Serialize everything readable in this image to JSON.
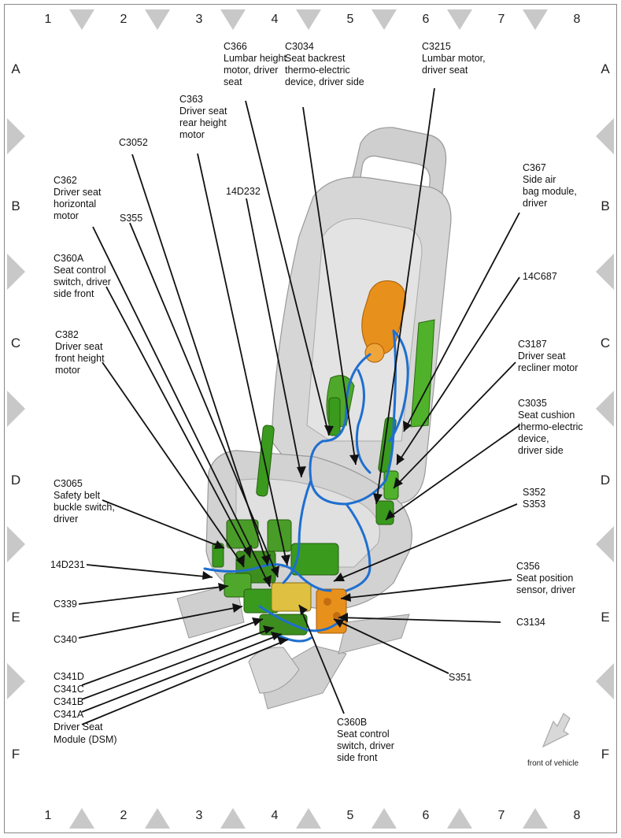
{
  "grid": {
    "columns": [
      "1",
      "2",
      "3",
      "4",
      "5",
      "6",
      "7",
      "8"
    ],
    "rows": [
      "A",
      "B",
      "C",
      "D",
      "E",
      "F"
    ]
  },
  "labels": {
    "c366": [
      "C366",
      "Lumbar height",
      "motor, driver",
      "seat"
    ],
    "c3034": [
      "C3034",
      "Seat backrest",
      "thermo-electric",
      "device, driver side"
    ],
    "c3215": [
      "C3215",
      "Lumbar motor,",
      "driver seat"
    ],
    "c363": [
      "C363",
      "Driver seat",
      "rear height",
      "motor"
    ],
    "c3052": [
      "C3052"
    ],
    "c362": [
      "C362",
      "Driver seat",
      "horizontal",
      "motor"
    ],
    "d14d232": [
      "14D232"
    ],
    "s355": [
      "S355"
    ],
    "c367": [
      "C367",
      "Side air",
      "bag module,",
      "driver"
    ],
    "c360a": [
      "C360A",
      "Seat control",
      "switch, driver",
      "side front"
    ],
    "c14c687": [
      "14C687"
    ],
    "c382": [
      "C382",
      "Driver seat",
      "front height",
      "motor"
    ],
    "c3187": [
      "C3187",
      "Driver seat",
      "recliner motor"
    ],
    "c3035": [
      "C3035",
      "Seat cushion",
      "thermo-electric",
      "device,",
      "driver side"
    ],
    "c3065": [
      "C3065",
      "Safety belt",
      "buckle switch,",
      "driver"
    ],
    "s352": [
      "S352",
      "S353"
    ],
    "d14d231": [
      "14D231"
    ],
    "c356": [
      "C356",
      "Seat position",
      "sensor, driver"
    ],
    "c339": [
      "C339"
    ],
    "c3134": [
      "C3134"
    ],
    "c340": [
      "C340"
    ],
    "c341": [
      "C341D",
      "C341C",
      "C341B",
      "C341A",
      "Driver Seat",
      "Module (DSM)"
    ],
    "s351": [
      "S351"
    ],
    "c360b": [
      "C360B",
      "Seat control",
      "switch, driver",
      "side front"
    ]
  },
  "front_of_vehicle": "front of vehicle",
  "colors": {
    "wiring": "#1e6fd0",
    "motor_green": "#3a9a1e",
    "motor_orange": "#e8901c",
    "seat_gray": "#d4d4d4",
    "leader": "#111111"
  }
}
